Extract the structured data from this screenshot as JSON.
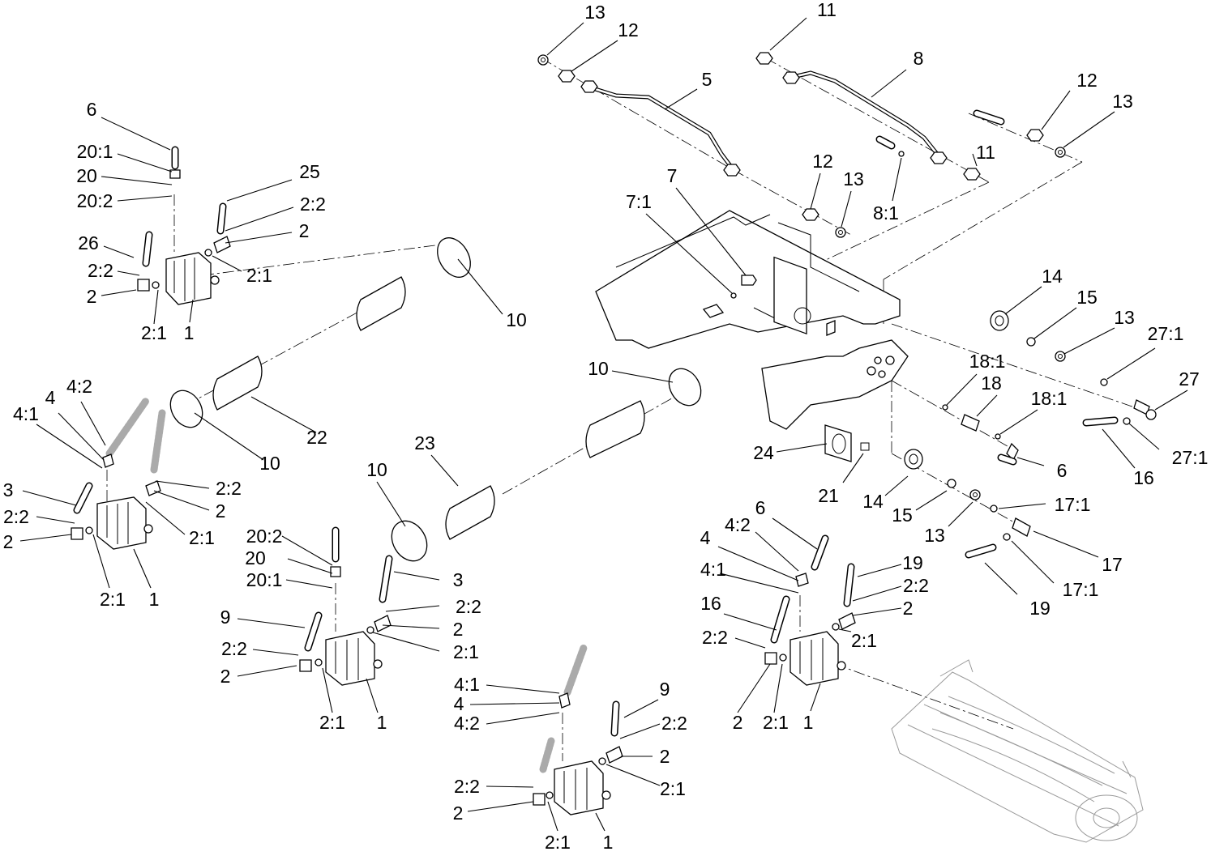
{
  "callouts": [
    "13",
    "12",
    "11",
    "8",
    "5",
    "12",
    "13",
    "11",
    "12",
    "13",
    "8:1",
    "7",
    "7:1",
    "12",
    "13",
    "6",
    "20:1",
    "20",
    "20:2",
    "25",
    "2:2",
    "2",
    "26",
    "2:2",
    "2",
    "2:1",
    "2:1",
    "1",
    "10",
    "14",
    "15",
    "13",
    "27:1",
    "27",
    "18:1",
    "18",
    "18:1",
    "27:1",
    "16",
    "6",
    "4:2",
    "4",
    "4:1",
    "3",
    "2:2",
    "2",
    "2:2",
    "2",
    "2:1",
    "2:1",
    "1",
    "10",
    "22",
    "10",
    "10",
    "23",
    "24",
    "21",
    "14",
    "15",
    "13",
    "17:1",
    "17",
    "17:1",
    "19",
    "20:2",
    "20",
    "20:1",
    "3",
    "2:2",
    "2",
    "2:1",
    "9",
    "2:2",
    "2",
    "2:1",
    "1",
    "6",
    "4:2",
    "4",
    "4:1",
    "16",
    "2:2",
    "2",
    "2:1",
    "1",
    "19",
    "2:2",
    "2",
    "2:1",
    "4:1",
    "4",
    "4:2",
    "9",
    "2:2",
    "2",
    "2:1",
    "2:2",
    "2",
    "2:1",
    "1"
  ]
}
